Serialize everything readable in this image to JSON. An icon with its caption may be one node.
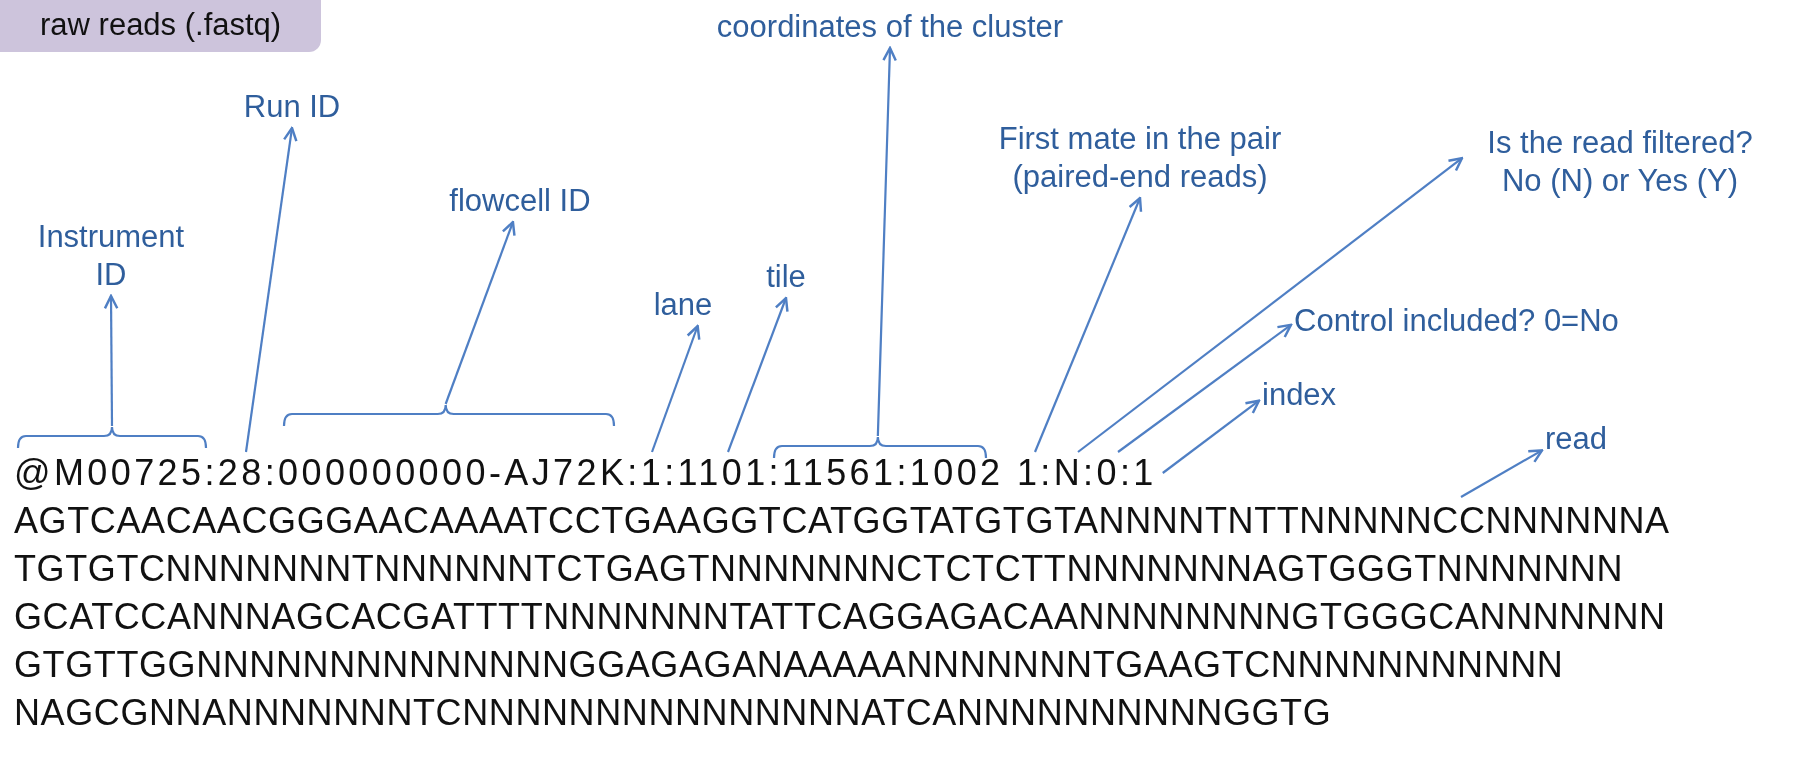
{
  "diagram": {
    "nodes": [
      {
        "text": [
          "raw reads (.fastq)"
        ]
      },
      {
        "text": [
          "coordinates of the cluster"
        ]
      },
      {
        "text": [
          "Run ID"
        ]
      },
      {
        "text": [
          "First mate in the pair (paired-end reads)"
        ]
      },
      {
        "text": [
          "Is the read filtered? No (N) or Yes (Y)"
        ]
      },
      {
        "text": [
          "flowcell ID"
        ]
      },
      {
        "text": [
          "Instrument ID"
        ]
      },
      {
        "text": [
          "tile"
        ]
      },
      {
        "text": [
          "lane"
        ]
      },
      {
        "text": [
          "Control included? 0=No"
        ]
      },
      {
        "text": [
          "index"
        ]
      },
      {
        "text": [
          "read"
        ]
      },
      {
        "text": [
          "@M00725:28:000000000-AJ72K:1:1101:11561:1002 1:N:0:1"
        ]
      },
      {
        "text": [
          "AGTCAACAACGGGAACAAAATCCTGAAGGTCATGGTATGTGTANNNNTNTTNNNNNCCNNNNNNA",
          "TGTGTCNNNNNNNTNNNNNNTCTGAGTNNNNNNNCTCTCTTNNNNNNNAGTGGGTNNNNNNN",
          "GCATCCANNNAGCACGATTTTNNNNNNNTATTCAGGAGACAANNNNNNNNGTGGGCANNNNNNN",
          "GTGTTGGNNNNNNNNNNNNNNGGAGAGANAAAAANNNNNNNTGAAGTCNNNNNNNNNNN",
          "NAGCGNNANNNNNNNTCNNNNNNNNNNNNNNNATCANNNNNNNNNNGGTG"
        ]
      },
      {
        "text": [],
        "shape": "brace"
      },
      {
        "text": [],
        "shape": "brace"
      },
      {
        "text": [],
        "shape": "brace"
      }
    ],
    "edges": [
      {
        "from": 14,
        "to": 6,
        "arrow": "to"
      },
      {
        "from": 12,
        "to": 2,
        "arrow": "to"
      },
      {
        "from": 15,
        "to": 5,
        "arrow": "to"
      },
      {
        "from": 12,
        "to": 8,
        "arrow": "to"
      },
      {
        "from": 12,
        "to": 7,
        "arrow": "to"
      },
      {
        "from": 16,
        "to": 1,
        "arrow": "to"
      },
      {
        "from": 12,
        "to": 3,
        "arrow": "to"
      },
      {
        "from": 12,
        "to": 4,
        "arrow": "to"
      },
      {
        "from": 12,
        "to": 9,
        "arrow": "to"
      },
      {
        "from": 12,
        "to": 10,
        "arrow": "to"
      },
      {
        "from": 13,
        "to": 11,
        "arrow": "to"
      }
    ]
  }
}
